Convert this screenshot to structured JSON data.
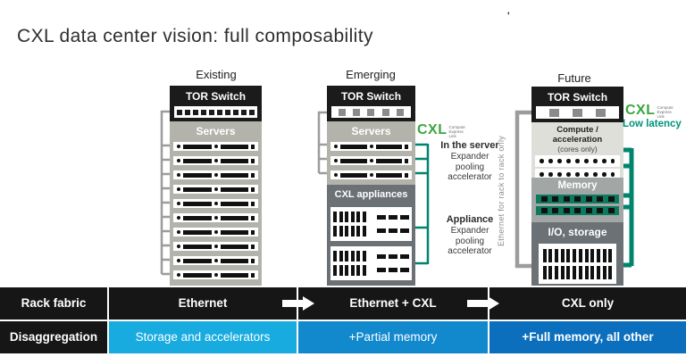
{
  "slide": {
    "title": "CXL data center vision: full composability",
    "stray_mark": "'"
  },
  "racks": {
    "existing": {
      "header": "Existing",
      "tor_label": "TOR Switch",
      "servers_label": "Servers",
      "port_count": 10,
      "server_row_count": 10
    },
    "emerging": {
      "header": "Emerging",
      "tor_label": "TOR Switch",
      "servers_label": "Servers",
      "appliances_label": "CXL appliances",
      "port_count": 5,
      "server_row_count": 3,
      "appliance_bar_count": 6,
      "appliance_dash_count": 3,
      "logo": {
        "name": "CXL",
        "tagline": [
          "Compute",
          "Express",
          "Link"
        ]
      },
      "annotations": [
        {
          "title": "In the server",
          "lines": [
            "Expander",
            "pooling",
            "accelerator"
          ]
        },
        {
          "title": "Appliance",
          "lines": [
            "Expander",
            "pooling",
            "accelerator"
          ]
        }
      ]
    },
    "future": {
      "header": "Future",
      "tor_label": "TOR Switch",
      "port_count": 3,
      "compute_label": "Compute / acceleration",
      "compute_sublabel": "(cores only)",
      "dots_per_row": 9,
      "memory_label": "Memory",
      "chips_per_row": 7,
      "io_label": "I/O, storage",
      "io_bars_per_row": 12,
      "side_note": "Ethernet for rack to rack only",
      "logo": {
        "name": "CXL",
        "tagline": [
          "Compute",
          "Express",
          "Link"
        ]
      },
      "low_latency_label": "Low latency"
    }
  },
  "table": {
    "row1_label": "Rack fabric",
    "row1_cells": [
      "Ethernet",
      "Ethernet + CXL",
      "CXL only"
    ],
    "row2_label": "Disaggregation",
    "row2_cells": [
      "Storage and accelerators",
      "+Partial memory",
      "+Full memory, all other"
    ]
  },
  "colors": {
    "teal_connector": "#00846C",
    "gray_connector": "#9C9C9C",
    "cxl_green": "#3BA63F",
    "low_latency_teal": "#00937B",
    "memory_module_teal": "#0D7A5F",
    "table_black": "#161616",
    "table_cyan": "#18ABDF",
    "table_mid_blue": "#1288CD",
    "table_deep_blue": "#0B6FBD"
  }
}
